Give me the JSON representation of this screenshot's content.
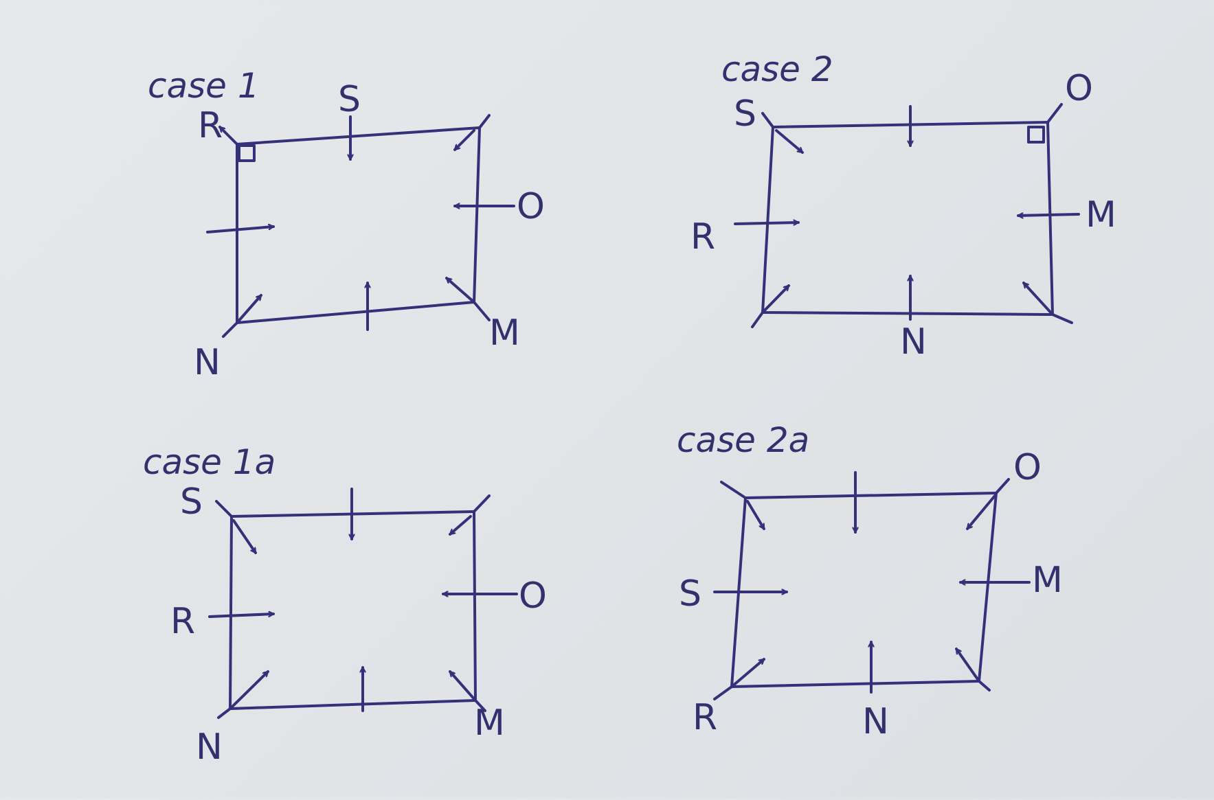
{
  "panels": [
    {
      "title": "case 1",
      "labels": {
        "top_left": "R",
        "top": "S",
        "right": "O",
        "bottom_right": "M",
        "bottom_left": "N"
      }
    },
    {
      "title": "case 2",
      "labels": {
        "top_left": "S",
        "top_right": "O",
        "left": "R",
        "right": "M",
        "bottom": "N"
      }
    },
    {
      "title": "case 1a",
      "labels": {
        "top_left": "S",
        "left": "R",
        "right": "O",
        "bottom_right": "M",
        "bottom_left": "N"
      }
    },
    {
      "title": "case 2a",
      "labels": {
        "top_right": "O",
        "left": "S",
        "right": "M",
        "bottom_left": "R",
        "bottom": "N"
      }
    }
  ]
}
